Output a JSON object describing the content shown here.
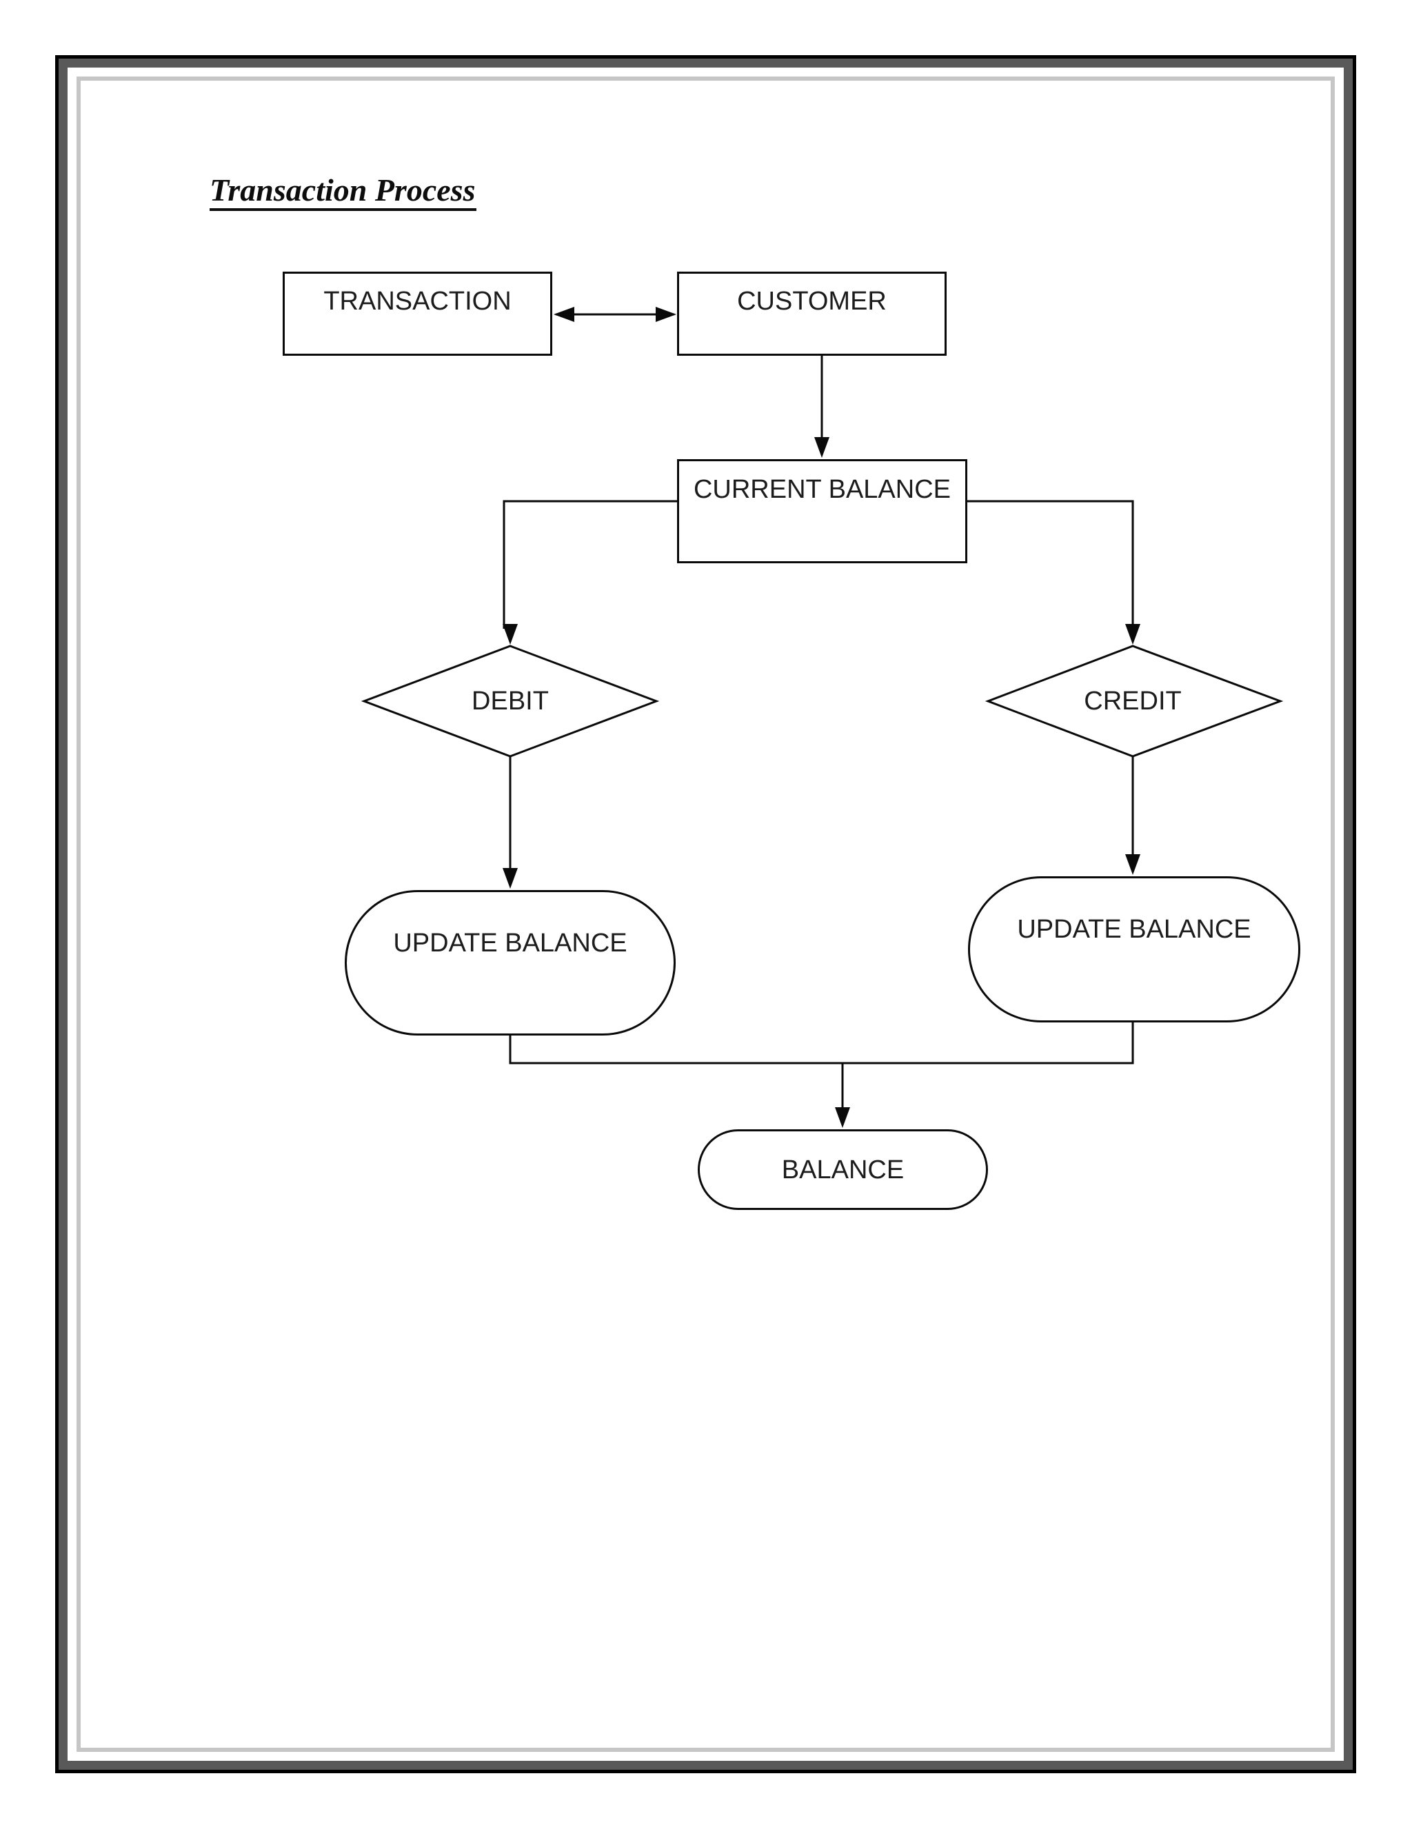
{
  "page": {
    "title": "Transaction Process"
  },
  "diagram": {
    "colors": {
      "stroke": "#000000",
      "node_fill": "#ffffff",
      "text": "#1c1c1c",
      "frame_outer": "#000000",
      "frame_band": "#595959",
      "frame_inner": "#c6c6c6"
    },
    "nodes": [
      {
        "id": "transaction",
        "type": "process",
        "label": "TRANSACTION"
      },
      {
        "id": "customer",
        "type": "process",
        "label": "CUSTOMER"
      },
      {
        "id": "current-balance",
        "type": "process",
        "label": "CURRENT BALANCE"
      },
      {
        "id": "debit",
        "type": "decision",
        "label": "DEBIT"
      },
      {
        "id": "credit",
        "type": "decision",
        "label": "CREDIT"
      },
      {
        "id": "update-balance-debit",
        "type": "terminator",
        "label": "UPDATE BALANCE"
      },
      {
        "id": "update-balance-credit",
        "type": "terminator",
        "label": "UPDATE BALANCE"
      },
      {
        "id": "balance",
        "type": "terminator",
        "label": "BALANCE"
      }
    ],
    "edges": [
      {
        "from": "transaction",
        "to": "customer",
        "style": "double-arrow"
      },
      {
        "from": "customer",
        "to": "current-balance",
        "style": "arrow"
      },
      {
        "from": "current-balance",
        "to": "debit",
        "style": "arrow-elbow"
      },
      {
        "from": "current-balance",
        "to": "credit",
        "style": "arrow-elbow"
      },
      {
        "from": "debit",
        "to": "update-balance-debit",
        "style": "arrow"
      },
      {
        "from": "credit",
        "to": "update-balance-credit",
        "style": "arrow"
      },
      {
        "from": "update-balance-debit",
        "to": "balance",
        "style": "arrow-merge"
      },
      {
        "from": "update-balance-credit",
        "to": "balance",
        "style": "arrow-merge"
      }
    ]
  }
}
